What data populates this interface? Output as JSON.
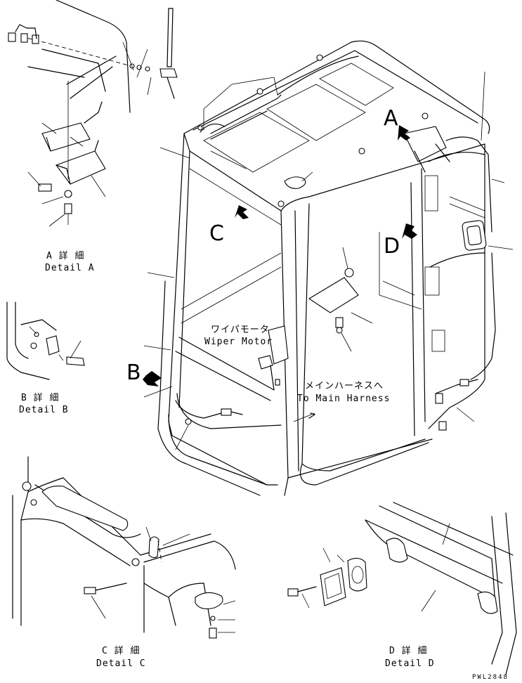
{
  "labels": {
    "detail_a_jp": "A 詳 細",
    "detail_a_en": "Detail A",
    "detail_b_jp": "B 詳 細",
    "detail_b_en": "Detail B",
    "detail_c_jp": "C 詳 細",
    "detail_c_en": "Detail C",
    "detail_d_jp": "D 詳 細",
    "detail_d_en": "Detail D",
    "wiper_jp": "ワイパモータ",
    "wiper_en": "Wiper Motor",
    "harness_jp": "メインハーネスへ",
    "harness_en": "To Main Harness",
    "drawing_no": "PWL2848"
  },
  "callouts": {
    "a": "A",
    "b": "B",
    "c": "C",
    "d": "D"
  }
}
